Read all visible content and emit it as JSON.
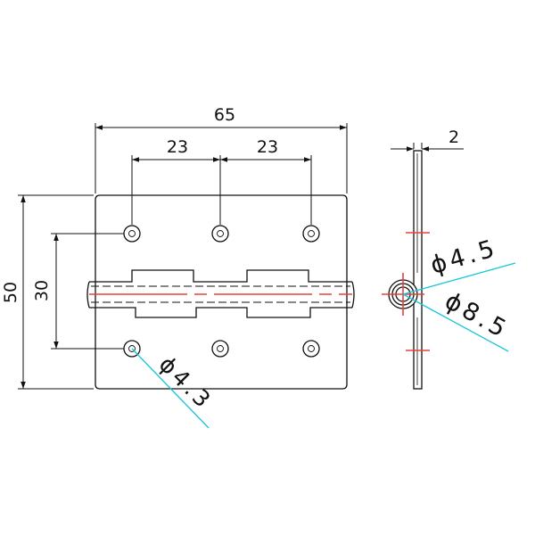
{
  "drawing": {
    "dimensions": {
      "overall_width": "65",
      "hole_pitch_left": "23",
      "hole_pitch_right": "23",
      "overall_height": "50",
      "hole_row_spacing": "30",
      "thickness": "2"
    },
    "callouts": {
      "mounting_hole": "ϕ4.3",
      "pin_diameter": "ϕ4.5",
      "knuckle_diameter": "ϕ8.5"
    }
  },
  "colors": {
    "line": "#111111",
    "centerline": "#e8403a",
    "leader": "#19c6d9"
  }
}
